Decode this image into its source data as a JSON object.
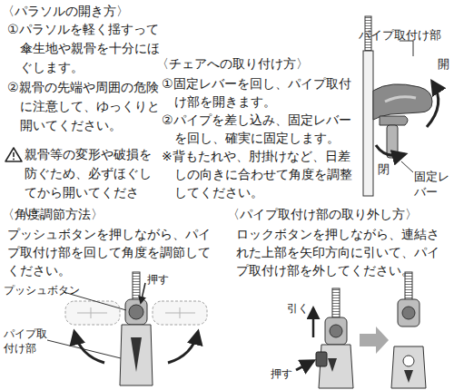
{
  "diagram": {
    "labels": [
      "〈パラソルの開き方〉",
      "①パラソルを軽く揺すって傘生地や親骨を十分にほぐします。",
      "②親骨の先端や周囲の危険に注意して、ゆっくりと開いてください。",
      "親骨等の変形や破損を防ぐため、必ずほぐしてから開いてください。",
      "〈チェアへの取り付け方〉",
      "①固定レバーを回し、パイプ取付け部を開きます。",
      "②パイプを差し込み、固定レバーを回し、確実に固定します。",
      "※背もたれや、肘掛けなど、日差しの向きに合わせて角度を調整してください。",
      "パイプ取付け部",
      "開",
      "閉",
      "固定レバー",
      "〈角度調節方法〉",
      "プッシュボタンを押しながら、パイプ取付け部を回して角度を調節してください。",
      "押す",
      "プッシュボタン",
      "パイプ取付け部",
      "〈パイプ取付け部の取り外し方〉",
      "ロックボタンを押しながら、連結された上部を矢印方向に引いて、パイプ取付け部を外してください。",
      "引く",
      "押す"
    ]
  }
}
